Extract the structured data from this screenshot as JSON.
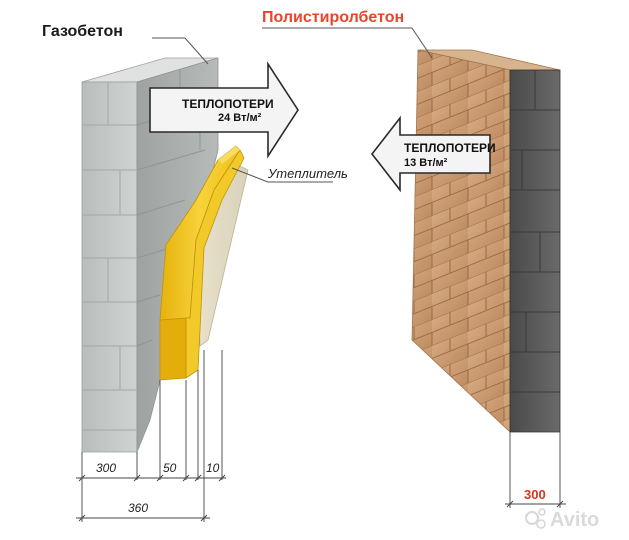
{
  "left": {
    "title": "Газобетон",
    "arrow_label_1": "ТЕПЛОПОТЕРИ",
    "arrow_label_2": "24 Вт/м²",
    "insulation_label": "Утеплитель",
    "dim_block": "300",
    "dim_insulation": "50",
    "dim_finish": "10",
    "dim_total": "360"
  },
  "right": {
    "title": "Полистиролбетон",
    "arrow_label_1": "ТЕПЛОПОТЕРИ",
    "arrow_label_2": "13 Вт/м²",
    "dim_block": "300"
  },
  "watermark": "Avito",
  "colors": {
    "title_left": "#1a1a1a",
    "title_right": "#e8452a",
    "dim_right": "#d9341f",
    "insulation": "#f2c21a",
    "aerated_concrete": "#c9cdcc",
    "polystyrene_concrete": "#c99a70"
  }
}
